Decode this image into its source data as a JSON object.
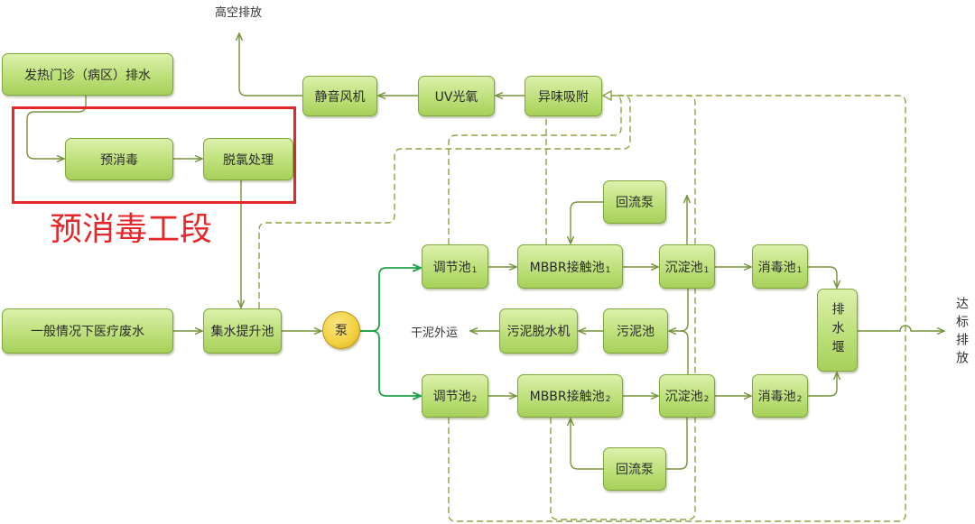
{
  "diagram": {
    "exhaust_label": "高空排放",
    "section_label": "预消毒工段",
    "dry_sludge_label": "干泥外运",
    "discharge_label": "达标排放",
    "nodes": {
      "fever_clinic_drainage": "发热门诊（病区）排水",
      "pre_disinfection": "预消毒",
      "dechlorination": "脱氯处理",
      "silent_fan": "静音风机",
      "uv_photo_oxidation": "UV光氧",
      "odor_adsorption": "异味吸附",
      "general_medical_wastewater": "一般情况下医疗废水",
      "collection_lift_tank": "集水提升池",
      "pump": "泵",
      "equalization_tank_1": {
        "text": "调节池",
        "sub": "1"
      },
      "mbbr_contact_tank_1": {
        "text": "MBBR接触池",
        "sub": "1"
      },
      "sedimentation_tank_1": {
        "text": "沉淀池",
        "sub": "1"
      },
      "disinfection_tank_1": {
        "text": "消毒池",
        "sub": "1"
      },
      "reflux_pump_1": "回流泵",
      "drainage_weir": "排水堰",
      "sludge_dewatering_machine": "污泥脱水机",
      "sludge_tank": "污泥池",
      "equalization_tank_2": {
        "text": "调节池",
        "sub": "2"
      },
      "mbbr_contact_tank_2": {
        "text": "MBBR接触池",
        "sub": "2"
      },
      "sedimentation_tank_2": {
        "text": "沉淀池",
        "sub": "2"
      },
      "disinfection_tank_2": {
        "text": "消毒池",
        "sub": "2"
      },
      "reflux_pump_2": "回流泵"
    }
  },
  "colors": {
    "box_fill": "#bde07a",
    "box_border": "#7fa63a",
    "connector": "#76923c",
    "odor_duct": "#8aa344",
    "pump_flow": "#1fa34a",
    "pump_fill": "#f2cf3f",
    "highlight_red": "#e5262b",
    "text": "#2a2a2a"
  }
}
